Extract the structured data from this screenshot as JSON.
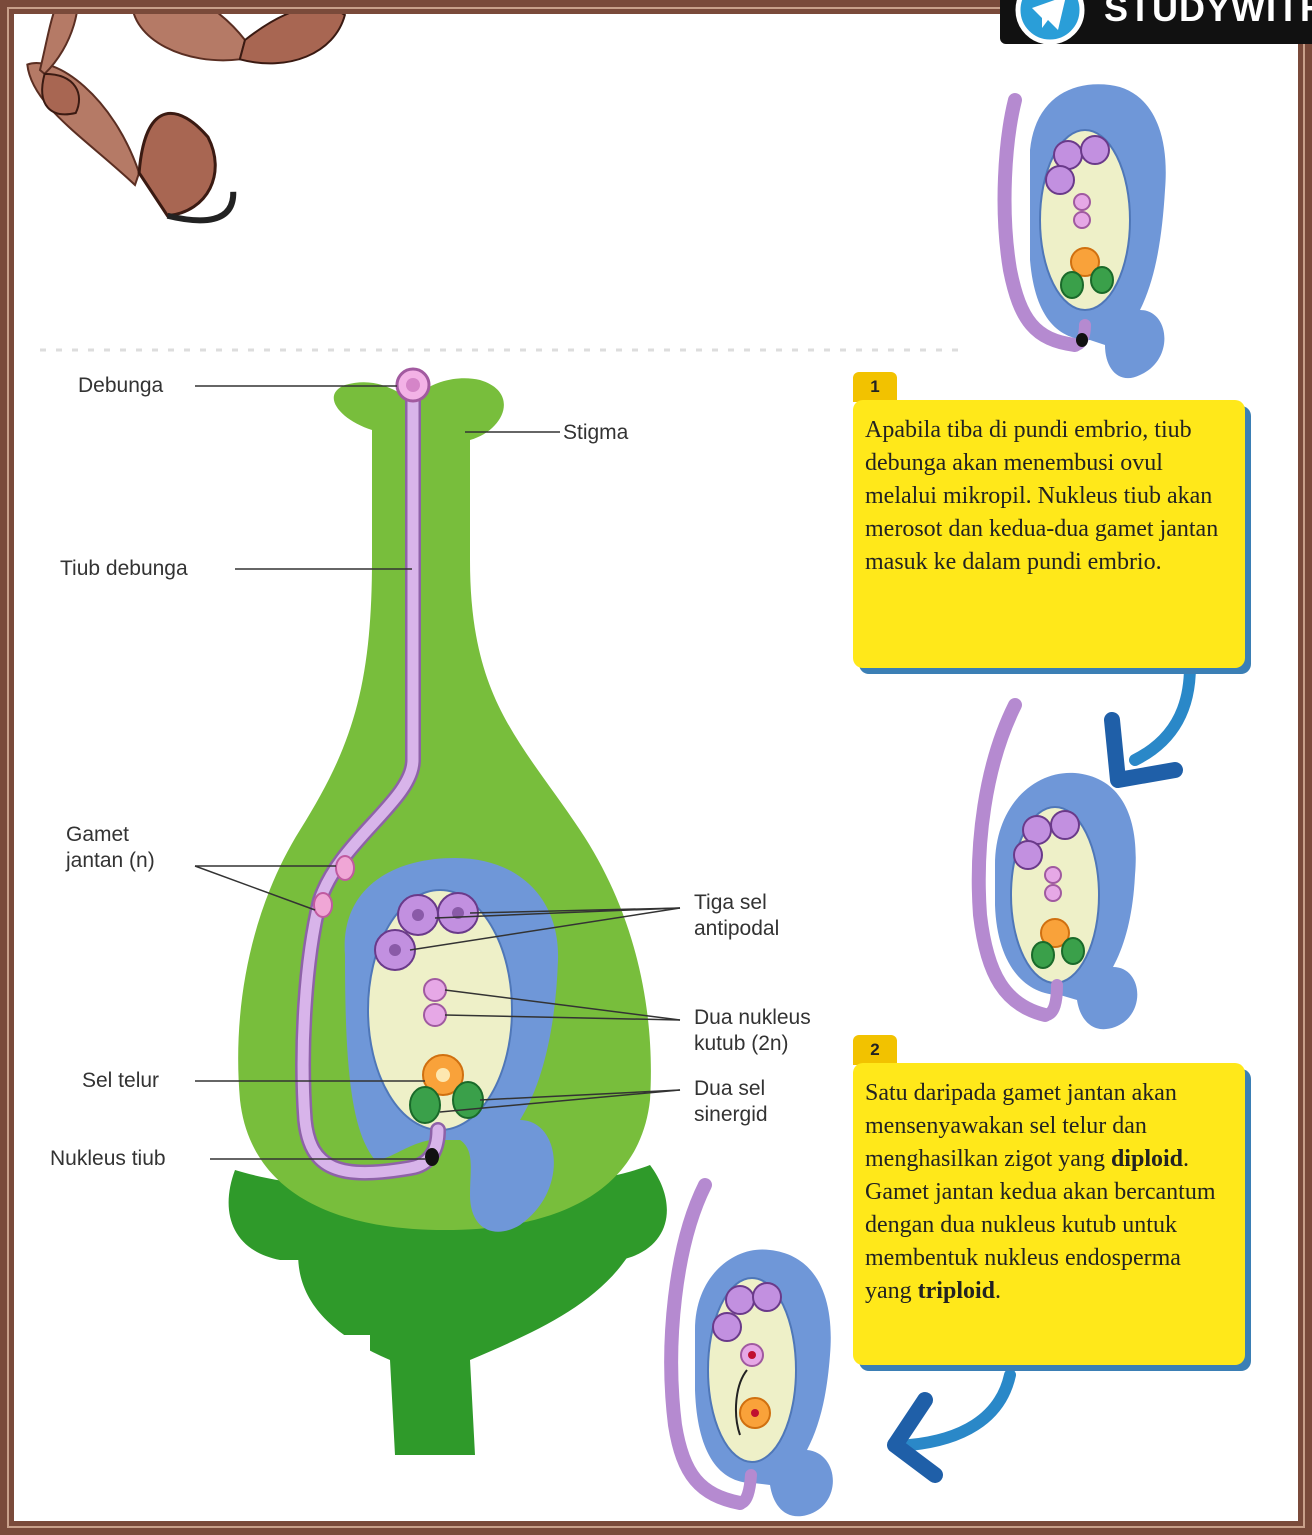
{
  "brand": {
    "name": "STUDYWITH",
    "logo_icon": "telegram-plane-icon"
  },
  "decoration": {
    "icon": "butterflies-icon"
  },
  "diagram": {
    "labels": {
      "debunga": "Debunga",
      "stigma": "Stigma",
      "tiub_debunga": "Tiub debunga",
      "gamet_jantan": "Gamet\njantan (n)",
      "sel_telur": "Sel telur",
      "nukleus_tiub": "Nukleus tiub",
      "tiga_sel_antipodal": "Tiga sel\nantipodal",
      "dua_nukleus_kutub": "Dua nukleus\nkutub (2n)",
      "dua_sel_sinergid": "Dua sel\nsinergid"
    }
  },
  "steps": [
    {
      "number": "1",
      "text": "Apabila tiba di pundi embrio, tiub debunga akan menembusi ovul melalui mikropil. Nukleus tiub akan merosot dan kedua-dua gamet jantan masuk ke dalam pundi embrio."
    },
    {
      "number": "2",
      "text_a": "Satu daripada gamet jantan akan mensenyawakan sel telur dan menghasilkan zigot yang ",
      "bold_a": "diploid",
      "text_b": ". Gamet jantan kedua akan bercantum dengan dua nukleus kutub untuk membentuk nukleus endosperma yang ",
      "bold_b": "triploid",
      "text_c": "."
    }
  ],
  "colors": {
    "frame": "#7a4a3a",
    "ovary_green": "#78be3c",
    "receptacle_green": "#2f9a2a",
    "ovule_blue": "#6f97d8",
    "embryo_sac": "#eef0c8",
    "pollen_tube": "#c79ad9",
    "note_yellow": "#ffe81a",
    "arrow_blue": "#1f5fa8"
  }
}
